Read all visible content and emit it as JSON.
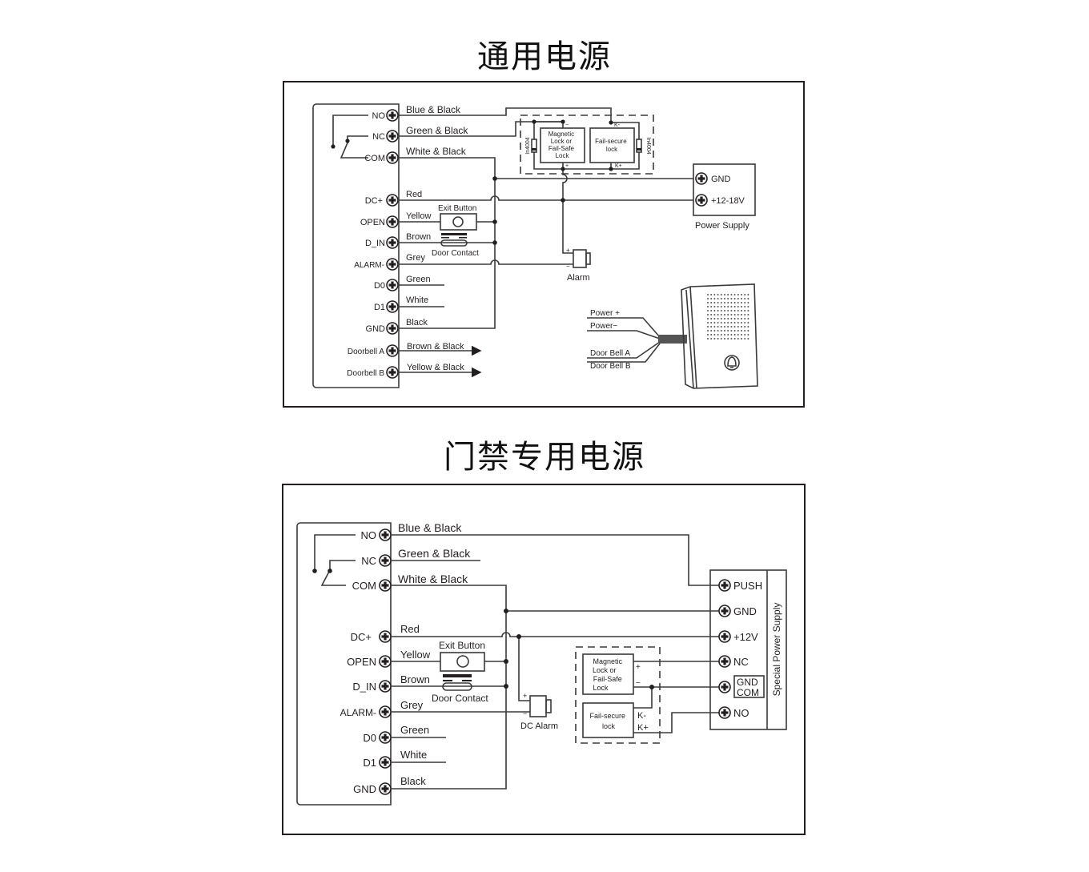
{
  "titles": {
    "general_power": "通用电源",
    "access_power": "门禁专用电源"
  },
  "diagram1": {
    "terminals": [
      "NO",
      "NC",
      "COM",
      "DC+",
      "OPEN",
      "D_IN",
      "ALARM-",
      "D0",
      "D1",
      "GND",
      "Doorbell A",
      "Doorbell B"
    ],
    "wires": [
      "Blue & Black",
      "Green & Black",
      "White & Black",
      "Red",
      "Yellow",
      "Brown",
      "Grey",
      "Green",
      "White",
      "Black",
      "Brown & Black",
      "Yellow & Black"
    ],
    "exit_button": "Exit Button",
    "door_contact": "Door Contact",
    "lock1": [
      "Magnetic",
      "Lock or",
      "Fail-Safe",
      "Lock"
    ],
    "lock2": [
      "Fail-secure",
      "lock"
    ],
    "diode_left": "In4004",
    "diode_right": "In4004",
    "k_minus": "K-",
    "k_plus": "K+",
    "minus": "−",
    "plus": "+",
    "power_supply": {
      "label": "Power Supply",
      "terminals": [
        "GND",
        "+12-18V"
      ]
    },
    "alarm": "Alarm",
    "doorbell_wires": [
      "Power +",
      "Power−",
      "Door Bell  A",
      "Door Bell  B"
    ]
  },
  "diagram2": {
    "terminals": [
      "NO",
      "NC",
      "COM",
      "DC+",
      "OPEN",
      "D_IN",
      "ALARM-",
      "D0",
      "D1",
      "GND"
    ],
    "wires": [
      "Blue & Black",
      "Green & Black",
      "White & Black",
      "Red",
      "Yellow",
      "Brown",
      "Grey",
      "Green",
      "White",
      "Black"
    ],
    "exit_button": "Exit Button",
    "door_contact": "Door Contact",
    "dc_alarm": "DC Alarm",
    "lock1": [
      "Magnetic",
      "Lock or",
      "Fail-Safe",
      "Lock"
    ],
    "lock2": [
      "Fail-secure",
      "lock"
    ],
    "k_minus": "K-",
    "k_plus": "K+",
    "plus": "+",
    "minus": "−",
    "power_supply": {
      "label": "Special Power Supply",
      "terminals": [
        "PUSH",
        "GND",
        "+12V",
        "NC",
        "GND",
        "COM",
        "NO"
      ]
    }
  }
}
